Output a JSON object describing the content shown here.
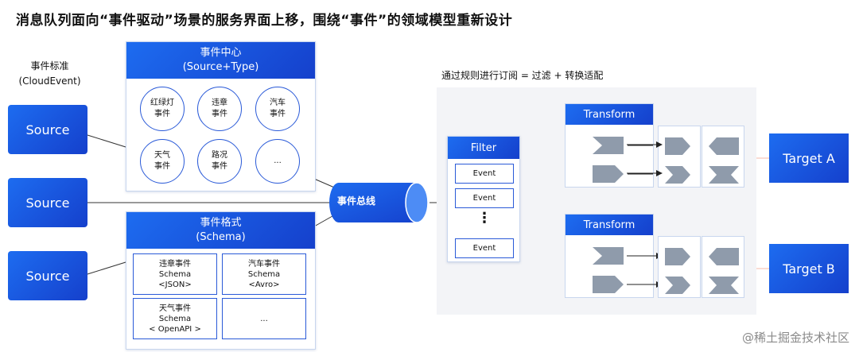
{
  "title": "消息队列面向“事件驱动”场景的服务界面上移，围绕“事件”的领域模型重新设计",
  "event_standard": {
    "line1": "事件标准",
    "line2": "(CloudEvent)"
  },
  "sources": [
    "Source",
    "Source",
    "Source"
  ],
  "event_center": {
    "title": "事件中心",
    "subtitle": "(Source+Type)",
    "items": [
      {
        "line1": "红绿灯",
        "line2": "事件"
      },
      {
        "line1": "违章",
        "line2": "事件"
      },
      {
        "line1": "汽车",
        "line2": "事件"
      },
      {
        "line1": "天气",
        "line2": "事件"
      },
      {
        "line1": "路况",
        "line2": "事件"
      },
      {
        "line1": "...",
        "line2": ""
      }
    ]
  },
  "event_format": {
    "title": "事件格式",
    "subtitle": "(Schema)",
    "items": [
      {
        "line1": "违章事件",
        "line2": "Schema",
        "line3": "<JSON>"
      },
      {
        "line1": "汽车事件",
        "line2": "Schema",
        "line3": "<Avro>"
      },
      {
        "line1": "天气事件",
        "line2": "Schema",
        "line3": "< OpenAPI >"
      },
      {
        "line1": "...",
        "line2": "",
        "line3": ""
      }
    ]
  },
  "event_bus": "事件总线",
  "subscription_title": "通过规则进行订阅 = 过滤 + 转换适配",
  "filter": {
    "title": "Filter",
    "events": [
      "Event",
      "Event",
      "Event"
    ],
    "ellipsis": "⋮"
  },
  "transforms": [
    "Transform",
    "Transform"
  ],
  "targets": [
    "Target A",
    "Target B"
  ],
  "watermark": "@稀土掘金技术社区",
  "colors": {
    "primary": "#1d6cf0",
    "primary_dark": "#1540cc",
    "grey_area": "#f3f4f7",
    "shape": "#8f9bab"
  },
  "icons": [
    "cylinder-bus-icon",
    "flag-shape-icon",
    "arrow-shape-icon",
    "pointer-shape-icon"
  ]
}
